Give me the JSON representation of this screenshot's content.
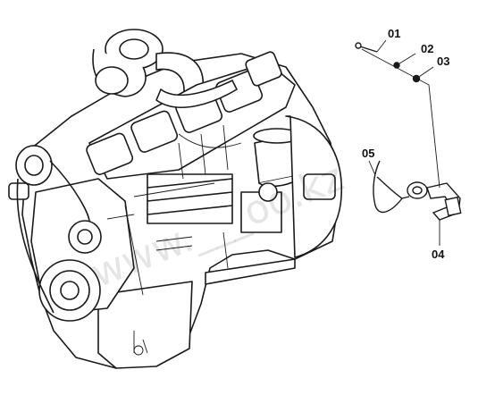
{
  "callouts": {
    "c01": "01",
    "c02": "02",
    "c03": "03",
    "c04": "04",
    "c05": "05"
  },
  "watermark": "www.___oo.kz",
  "colors": {
    "line": "#1a1a1a",
    "fill": "#ffffff",
    "shade": "#d9d9d9"
  }
}
